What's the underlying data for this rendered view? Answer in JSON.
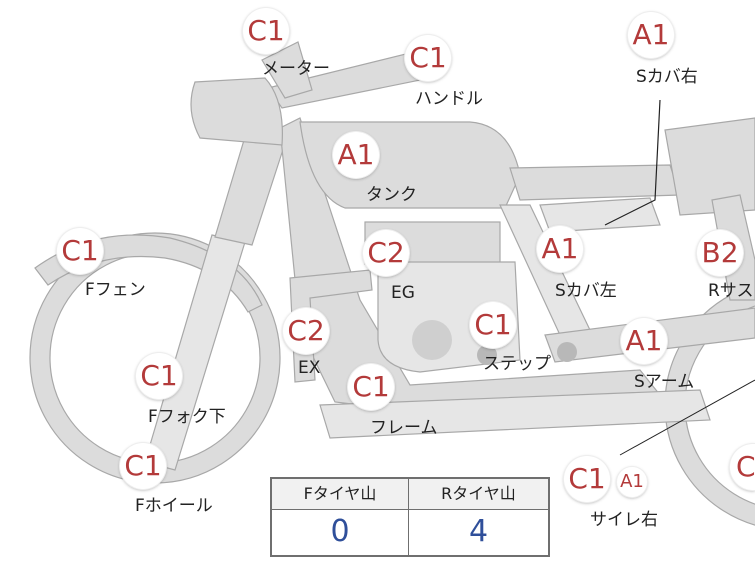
{
  "parts": {
    "meter": {
      "grade": "C1",
      "label": "メーター"
    },
    "handle": {
      "grade": "C1",
      "label": "ハンドル"
    },
    "s_cover_r": {
      "grade": "A1",
      "label": "Sカバ右"
    },
    "tank": {
      "grade": "A1",
      "label": "タンク"
    },
    "f_fender": {
      "grade": "C1",
      "label": "Fフェン"
    },
    "engine": {
      "grade": "C2",
      "label": "EG"
    },
    "s_cover_l": {
      "grade": "A1",
      "label": "Sカバ左"
    },
    "r_sus": {
      "grade": "B2",
      "label": "Rサス"
    },
    "exhaust": {
      "grade": "C2",
      "label": "EX"
    },
    "step": {
      "grade": "C1",
      "label": "ステップ"
    },
    "s_arm": {
      "grade": "A1",
      "label": "Sアーム"
    },
    "f_fork_low": {
      "grade": "C1",
      "label": "Fフォク下"
    },
    "frame": {
      "grade": "C1",
      "label": "フレーム"
    },
    "f_wheel": {
      "grade": "C1",
      "label": "Fホイール"
    },
    "silencer_r": {
      "grade": "C1",
      "grade2": "A1",
      "label": "サイレ右"
    },
    "r_wheel": {
      "grade": "C"
    }
  },
  "tire_table": {
    "front_header": "Fタイヤ山",
    "rear_header": "Rタイヤ山",
    "front_value": "0",
    "rear_value": "4"
  },
  "colors": {
    "grade_text": "#b33a3a",
    "tire_value": "#2f4f9a",
    "part_fill": "#dcdcdc"
  }
}
